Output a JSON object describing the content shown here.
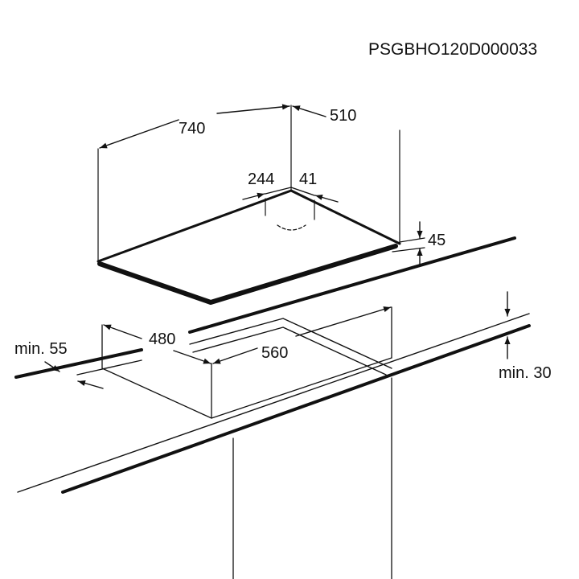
{
  "doc_code": "PSGBHO120D000033",
  "hob": {
    "width": "740",
    "depth": "510",
    "gas_offset_x": "244",
    "gas_offset_y": "41",
    "height": "45"
  },
  "cutout": {
    "depth": "480",
    "width": "560",
    "min_front_distance": "min. 55",
    "min_worktop_thickness": "min. 30"
  },
  "colors": {
    "line": "#111111",
    "background": "#ffffff"
  }
}
